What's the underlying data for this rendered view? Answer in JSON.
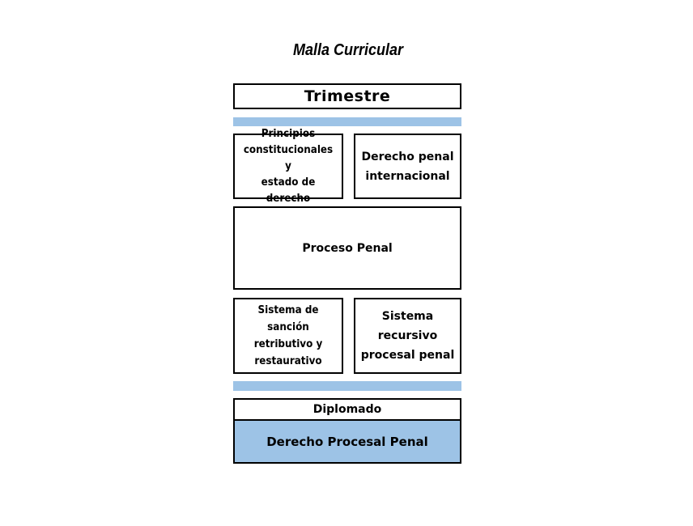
{
  "title": "Malla Curricular",
  "trimestre": {
    "label": "Trimestre"
  },
  "courses": {
    "row1_left": [
      "Principios",
      "constitucionales y",
      "estado de derecho"
    ],
    "row1_right": [
      "Derecho penal",
      "internacional"
    ],
    "middle": "Proceso Penal",
    "row3_left": [
      "Sistema de sanción",
      "retributivo y",
      "restaurativo"
    ],
    "row3_right": [
      "Sistema",
      "recursivo",
      "procesal penal"
    ]
  },
  "diplomado": {
    "label": "Diplomado",
    "name": "Derecho Procesal Penal"
  },
  "colors": {
    "accent_bar": "#9dc3e6",
    "border": "#000000"
  }
}
